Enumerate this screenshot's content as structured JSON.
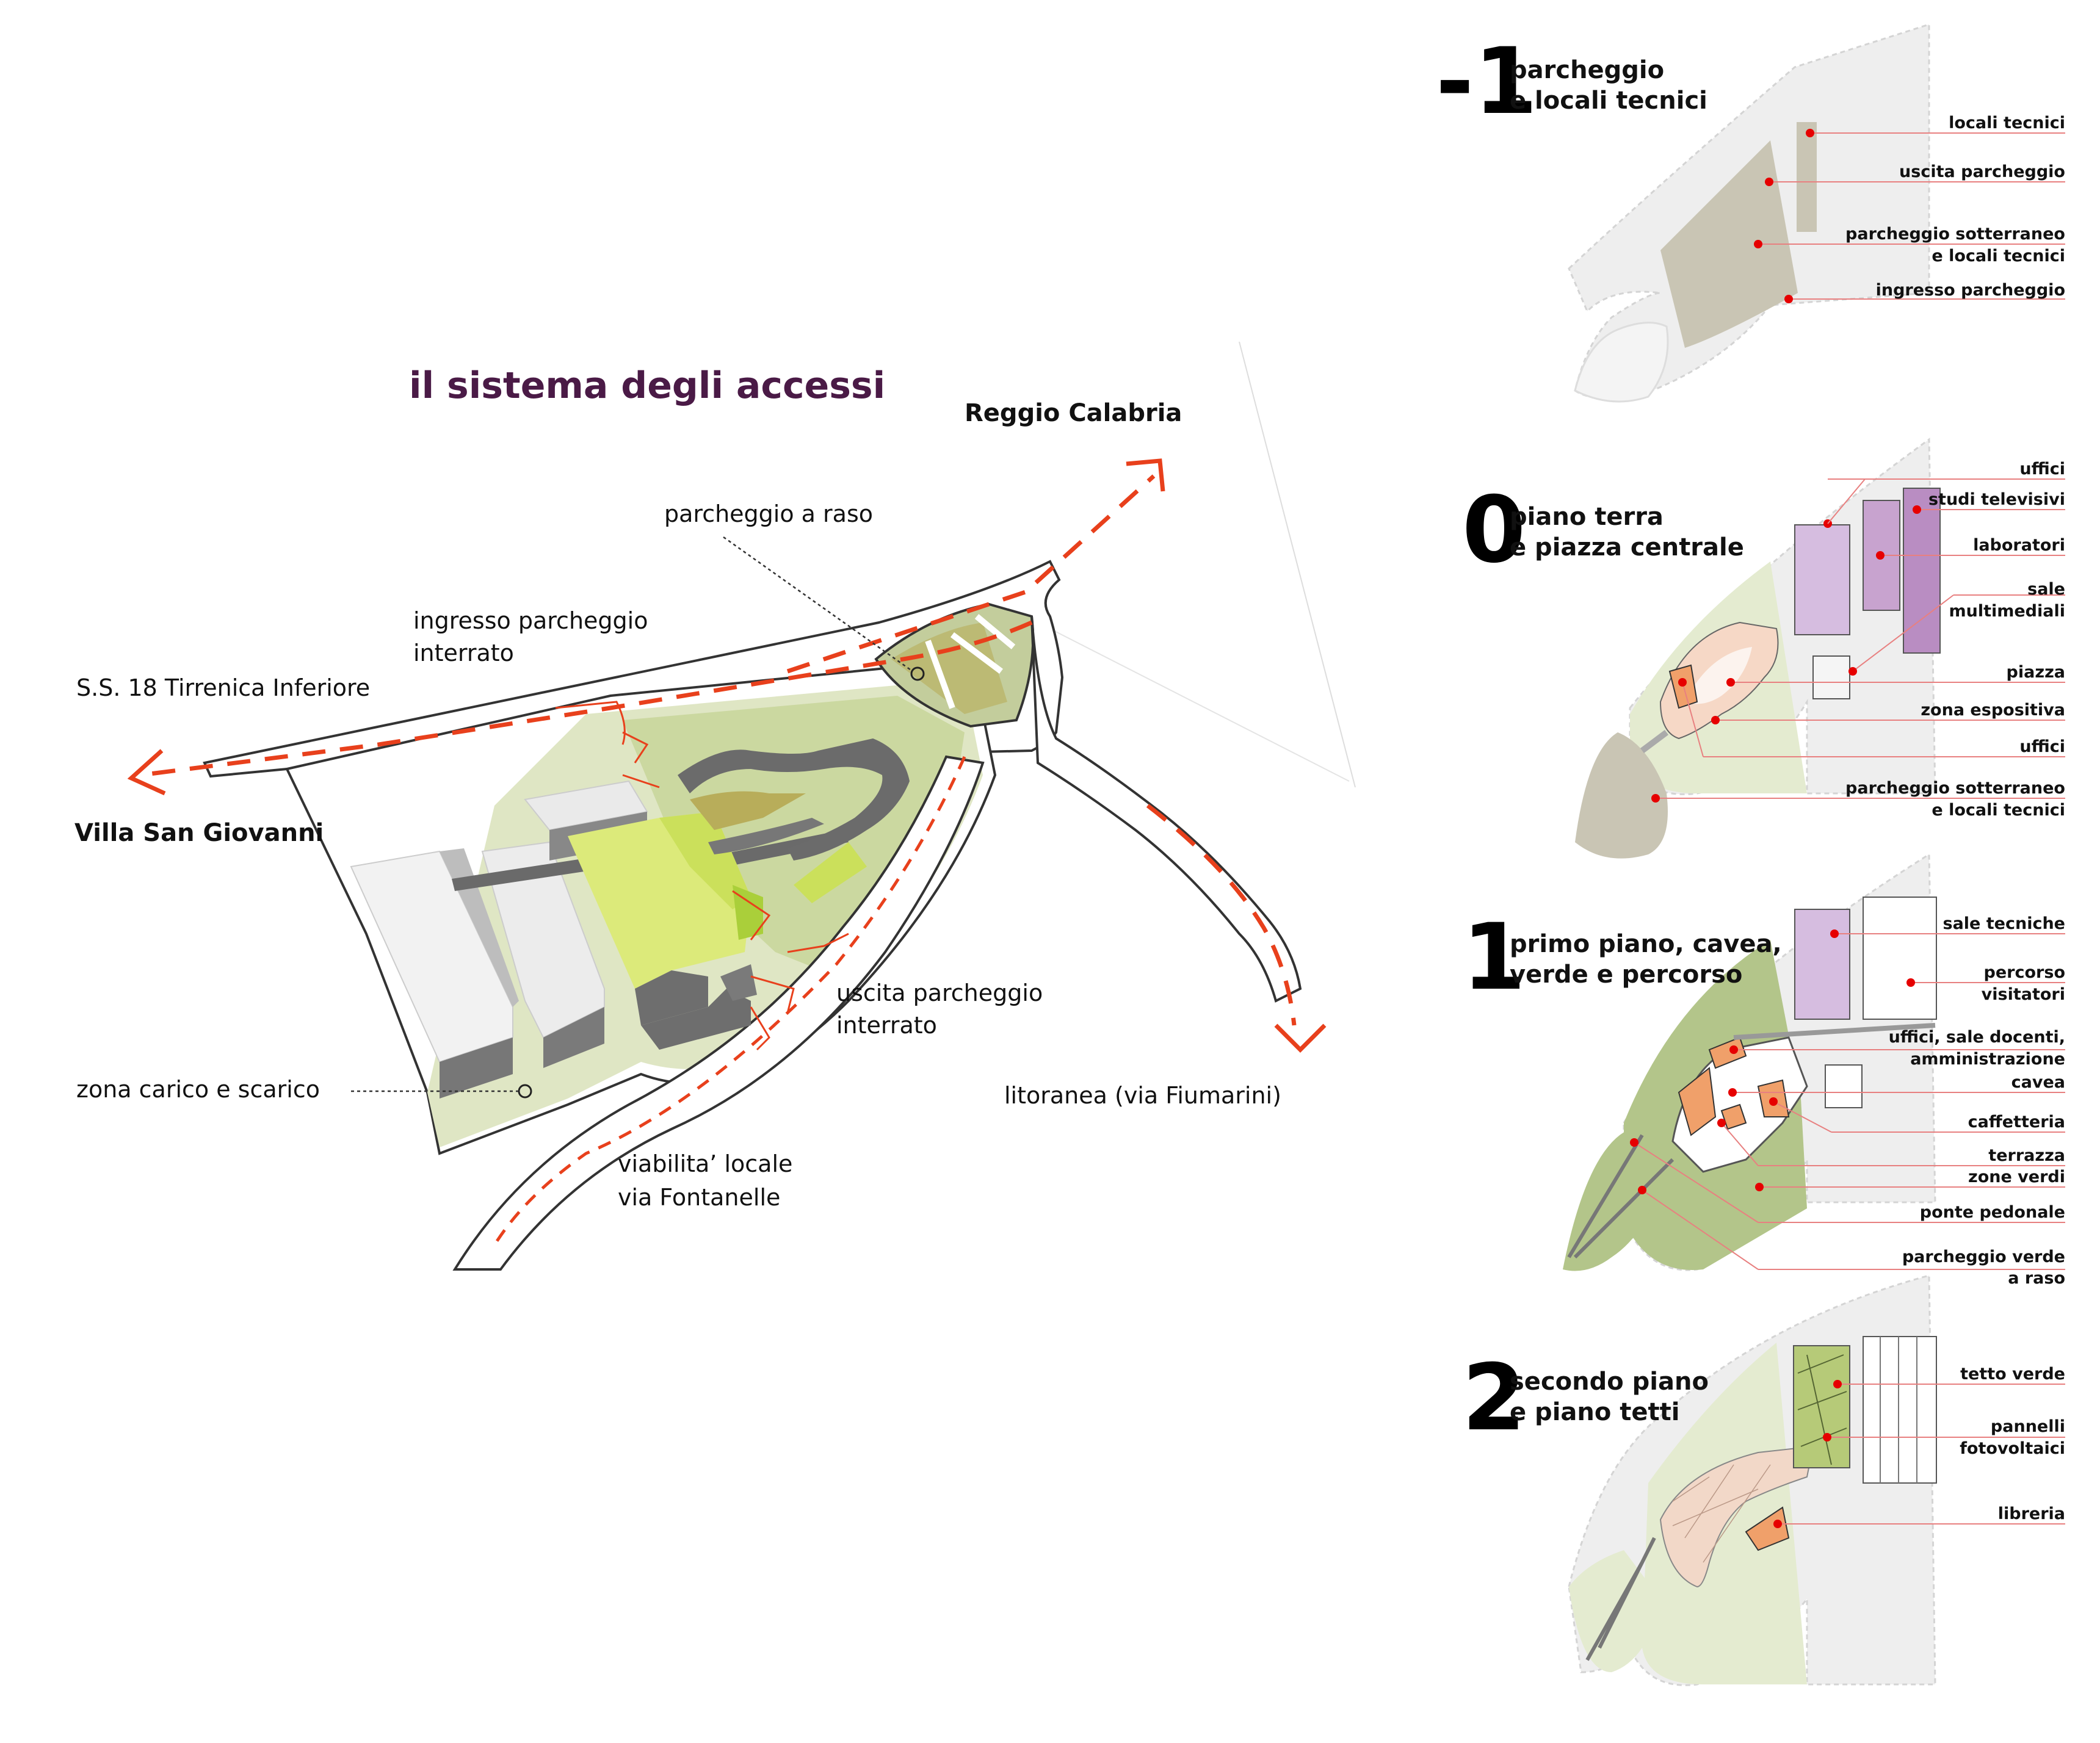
{
  "main_map": {
    "title": "il sistema degli accessi",
    "labels": {
      "reggio": "Reggio Calabria",
      "parcheggio_raso": "parcheggio a raso",
      "ingresso_1": "ingresso parcheggio",
      "ingresso_2": "interrato",
      "ss18": "S.S. 18 Tirrenica Inferiore",
      "villa": "Villa San Giovanni",
      "uscita_1": "uscita parcheggio",
      "uscita_2": "interrato",
      "zona_carico": "zona carico e scarico",
      "litoranea": "litoranea (via Fiumarini)",
      "viabilita_1": "viabilita’ locale",
      "viabilita_2": "via Fontanelle"
    }
  },
  "floors": [
    {
      "number": "-1",
      "name_1": "parcheggio",
      "name_2": "e locali tecnici",
      "legend": [
        {
          "line1": "locali tecnici",
          "line2": ""
        },
        {
          "line1": "uscita parcheggio",
          "line2": ""
        },
        {
          "line1": "parcheggio sotterraneo",
          "line2": "e locali tecnici"
        },
        {
          "line1": "ingresso parcheggio",
          "line2": ""
        }
      ]
    },
    {
      "number": "0",
      "name_1": "piano terra",
      "name_2": "e piazza centrale",
      "legend": [
        {
          "line1": "uffici",
          "line2": ""
        },
        {
          "line1": "studi televisivi",
          "line2": ""
        },
        {
          "line1": "laboratori",
          "line2": ""
        },
        {
          "line1": "sale",
          "line2": "multimediali"
        },
        {
          "line1": "piazza",
          "line2": ""
        },
        {
          "line1": "zona espositiva",
          "line2": ""
        },
        {
          "line1": "uffici",
          "line2": ""
        },
        {
          "line1": "parcheggio sotterraneo",
          "line2": "e locali tecnici"
        }
      ]
    },
    {
      "number": "1",
      "name_1": "primo piano, cavea,",
      "name_2": "verde e percorso",
      "legend": [
        {
          "line1": "sale tecniche",
          "line2": ""
        },
        {
          "line1": "percorso",
          "line2": "visitatori"
        },
        {
          "line1": "uffici, sale docenti,",
          "line2": "amministrazione"
        },
        {
          "line1": "cavea",
          "line2": ""
        },
        {
          "line1": "caffetteria",
          "line2": ""
        },
        {
          "line1": "terrazza",
          "line2": ""
        },
        {
          "line1": "zone verdi",
          "line2": ""
        },
        {
          "line1": "ponte pedonale",
          "line2": ""
        },
        {
          "line1": "parcheggio verde",
          "line2": "a raso"
        }
      ]
    },
    {
      "number": "2",
      "name_1": "secondo piano",
      "name_2": "e piano tetti",
      "legend": [
        {
          "line1": "tetto verde",
          "line2": ""
        },
        {
          "line1": "pannelli",
          "line2": "fotovoltaici"
        },
        {
          "line1": "libreria",
          "line2": ""
        }
      ]
    }
  ],
  "colors": {
    "route": "#e8401c",
    "green_light": "#dfe6c4",
    "green_mid": "#c8d59a",
    "green_dark": "#b3c58a",
    "lime": "#dcea7a",
    "olive": "#b8ad5a",
    "purple": "#c8a3cf",
    "orange": "#f0a06a",
    "grey_site": "#eeeeee",
    "grey_park": "#c9c5b4",
    "leader": "#e88080",
    "dot": "#e60000",
    "title": "#4a1a46"
  }
}
